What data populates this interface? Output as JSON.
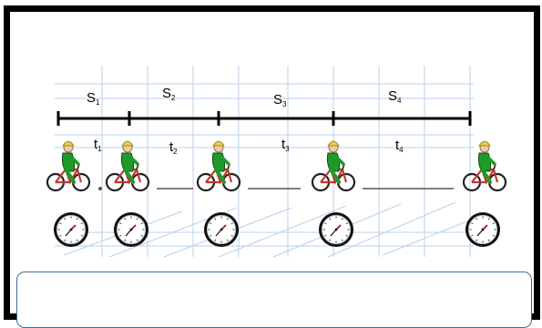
{
  "diagram": {
    "segments": [
      {
        "letter": "S",
        "index": "1"
      },
      {
        "letter": "S",
        "index": "2"
      },
      {
        "letter": "S",
        "index": "3"
      },
      {
        "letter": "S",
        "index": "4"
      }
    ],
    "intervals": [
      {
        "letter": "t",
        "index": "1"
      },
      {
        "letter": "t",
        "index": "2"
      },
      {
        "letter": "t",
        "index": "3"
      },
      {
        "letter": "t",
        "index": "4"
      }
    ],
    "cyclists": 5,
    "clocks": 5,
    "colors": {
      "rider_body": "#1f9a2a",
      "bike_frame": "#c0392b",
      "helmet": "#e6d23a",
      "grid_lines": "#b9d0ec",
      "panel_border": "#3d6e96"
    },
    "icons": [
      "cyclist-icon",
      "clock-icon"
    ]
  },
  "bottom_panel": {
    "text": ""
  }
}
